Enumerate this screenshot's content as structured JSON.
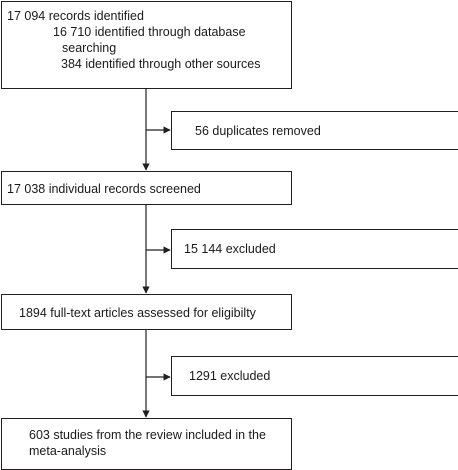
{
  "diagram": {
    "boxes": {
      "records": {
        "line_1": "17 094 records identified",
        "line_2": "16 710 identified through database",
        "line_3": "searching",
        "line_4": "384 identified through other sources"
      },
      "duplicates": "56 duplicates removed",
      "screened": "17 038 individual records screened",
      "excluded_screening": "15 144 excluded",
      "fulltext": "1894 full-text articles assessed for eligibilty",
      "excluded_fulltext": "1291 excluded",
      "included": {
        "line_1": "603 studies from the review included in the",
        "line_2": "meta-analysis"
      }
    },
    "colors": {
      "line": "#231f20",
      "text": "#1a1a1a",
      "background": "#ffffff"
    }
  }
}
